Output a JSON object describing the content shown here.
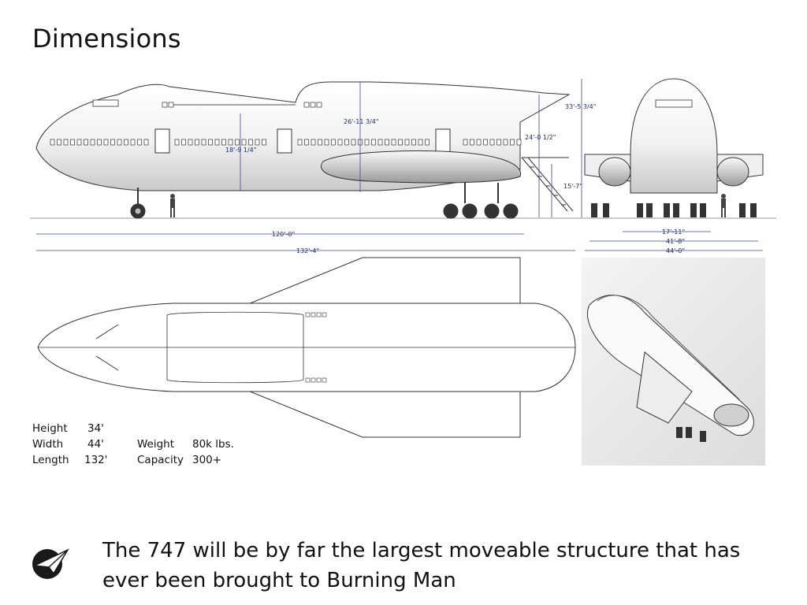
{
  "page": {
    "title": "Dimensions"
  },
  "dimensions": {
    "height_tail": "33'-5 3/4\"",
    "height_upper_deck": "26'-11 3/4\"",
    "height_mid": "24'-0 1/2\"",
    "height_fuselage": "18'-9 1/4\"",
    "height_engine": "15'-7\"",
    "length_fuselage": "120'-0\"",
    "length_total": "132'-4\"",
    "front_gear": "17'-11\"",
    "front_mid": "41'-8\"",
    "front_total": "44'-0\""
  },
  "specs": [
    {
      "label": "Height",
      "value": "34'"
    },
    {
      "label": "Width",
      "value": "44'"
    },
    {
      "label": "Length",
      "value": "132'"
    },
    {
      "label": "Weight",
      "value": "80k lbs."
    },
    {
      "label": "Capacity",
      "value": "300+"
    }
  ],
  "footer": {
    "text": "The 747 will be by far the largest moveable structure that has ever been brought to Burning Man",
    "logo_icon": "paper-plane-icon"
  }
}
